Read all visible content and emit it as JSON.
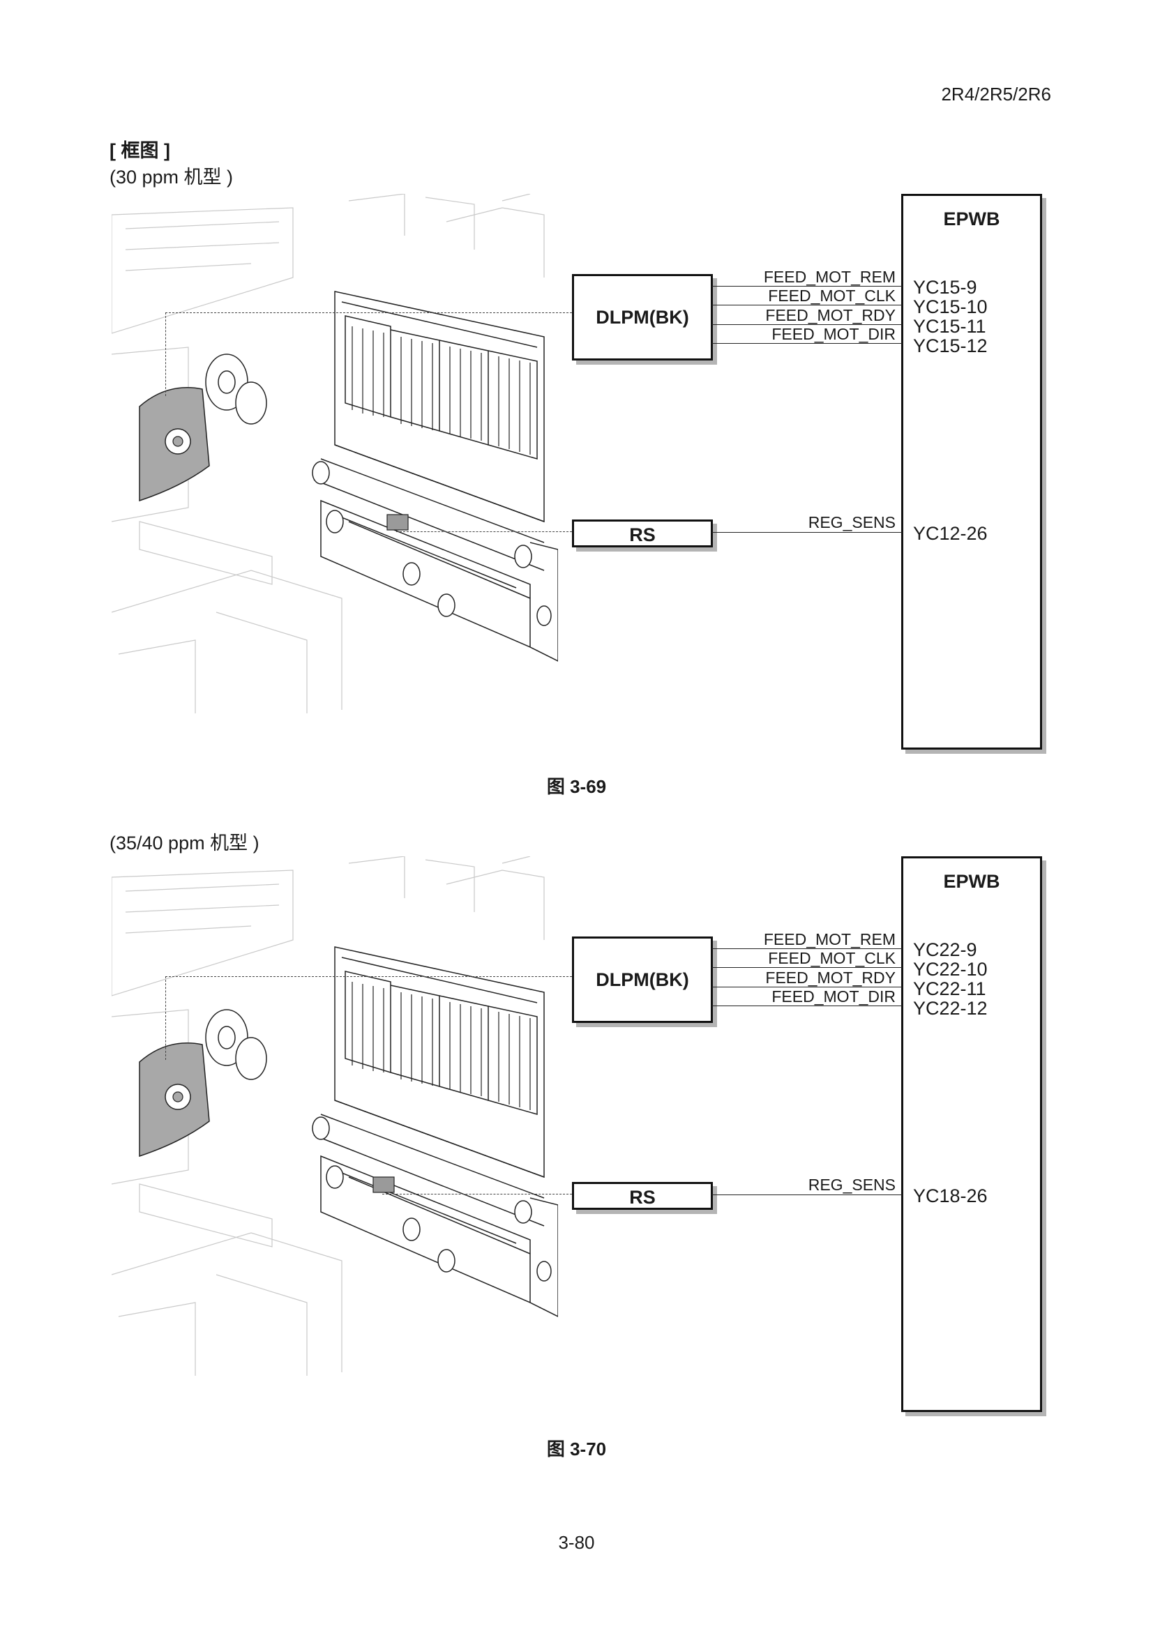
{
  "header": {
    "model": "2R4/2R5/2R6"
  },
  "section": {
    "title": "[ 框图 ]"
  },
  "diagrams": [
    {
      "variant_label": "(30 ppm 机型 )",
      "board": "EPWB",
      "motor_block": "DLPM(BK)",
      "sensor_block": "RS",
      "motor_signals": [
        "FEED_MOT_REM",
        "FEED_MOT_CLK",
        "FEED_MOT_RDY",
        "FEED_MOT_DIR"
      ],
      "motor_connectors": [
        "YC15-9",
        "YC15-10",
        "YC15-11",
        "YC15-12"
      ],
      "sensor_signal": "REG_SENS",
      "sensor_connector": "YC12-26",
      "figure": "图 3-69"
    },
    {
      "variant_label": "(35/40 ppm 机型 )",
      "board": "EPWB",
      "motor_block": "DLPM(BK)",
      "sensor_block": "RS",
      "motor_signals": [
        "FEED_MOT_REM",
        "FEED_MOT_CLK",
        "FEED_MOT_RDY",
        "FEED_MOT_DIR"
      ],
      "motor_connectors": [
        "YC22-9",
        "YC22-10",
        "YC22-11",
        "YC22-12"
      ],
      "sensor_signal": "REG_SENS",
      "sensor_connector": "YC18-26",
      "figure": "图 3-70"
    }
  ],
  "page_number": "3-80"
}
